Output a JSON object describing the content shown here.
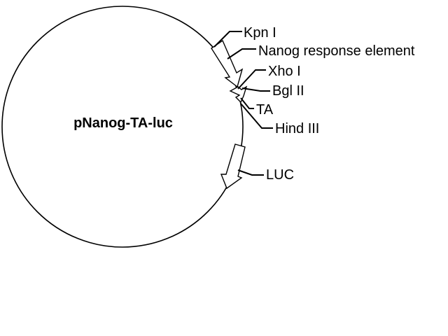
{
  "plasmid": {
    "name": "pNanog-TA-luc"
  },
  "features": [
    {
      "key": "kpn1",
      "label": "Kpn I",
      "kind": "restriction-site"
    },
    {
      "key": "nre",
      "label": "Nanog response element",
      "kind": "region"
    },
    {
      "key": "xho1",
      "label": "Xho I",
      "kind": "restriction-site"
    },
    {
      "key": "bgl2",
      "label": "Bgl II",
      "kind": "restriction-site"
    },
    {
      "key": "ta",
      "label": "TA",
      "kind": "region"
    },
    {
      "key": "hind3",
      "label": "Hind III",
      "kind": "restriction-site"
    },
    {
      "key": "luc",
      "label": "LUC",
      "kind": "gene"
    }
  ],
  "colors": {
    "line": "#000000",
    "background": "#ffffff",
    "feature_fill": "#ffffff"
  }
}
